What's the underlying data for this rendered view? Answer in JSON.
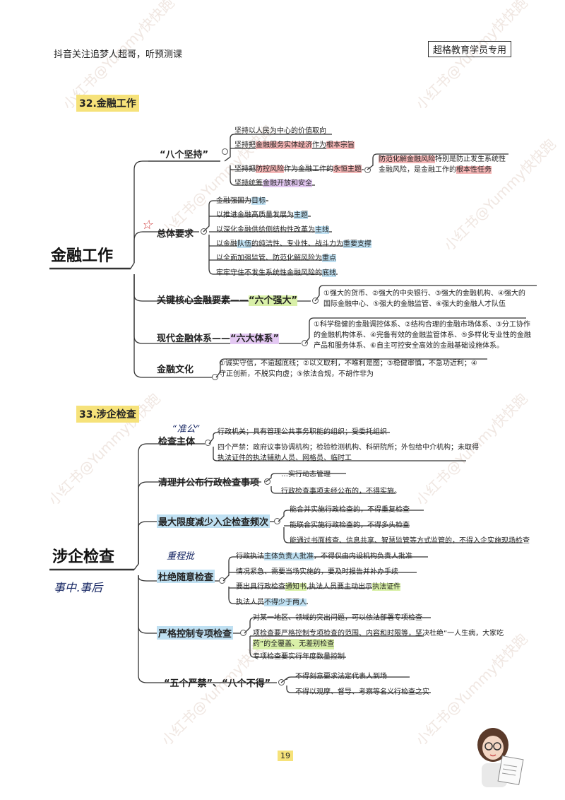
{
  "header": {
    "left_text": "抖音关注追梦人超哥，听预测课",
    "right_box": "超格教育学员专用"
  },
  "watermark": "小红书@Yummy快快跑",
  "section32": {
    "title": "32.金融工作",
    "root": "金融工作",
    "branch_bajianchi": "“八个坚持”",
    "bajianchi_items": [
      [
        "坚持以人民为中心的价值取向"
      ],
      [
        "坚持把",
        "金融服务实体经济",
        "作为",
        "根本宗旨"
      ],
      [
        "坚持把",
        "防控风险",
        "作为金融工作的",
        "永恒主题"
      ],
      [
        "坚持统筹",
        "金融开放和安全"
      ]
    ],
    "fengxian_note": [
      "防范化解金融风险",
      "特别是防止发生系统性",
      "金融风险，是金融工作的",
      "根本性任务"
    ],
    "branch_zongti": "总体要求",
    "zongti_items": [
      [
        "金融强国为",
        "目标"
      ],
      [
        "以推进金融高质量发展为",
        "主题"
      ],
      [
        "以深化金融供给侧结构性改革为",
        "主线"
      ],
      [
        "以金融",
        "队伍",
        "的纯洁性、专业性、战斗力为",
        "重要支撑"
      ],
      [
        "以全面加强监管、防范化解风险为",
        "重点"
      ],
      [
        "牢牢守住不发生系统性金融风险的",
        "底线"
      ]
    ],
    "branch_hexin_prefix": "关键核心金融要素——",
    "branch_hexin_hl": "“六个强大”",
    "hexin_text": [
      "①强大的货币、②强大的中央银行、③强大的金融机构、④强大的",
      "国际金融中心、⑤强大的金融监管、⑥强大的金融人才队伍"
    ],
    "branch_tixi_prefix": "现代金融体系——",
    "branch_tixi_hl": "“六大体系”",
    "tixi_text": [
      "①科学稳健的金融调控体系、②结构合理的金融市场体系、③分工协作",
      "的金融机构体系、④完备有效的金融监管体系、⑤多样化专业性的金融",
      "产品和服务体系、⑥自主可控安全高效的金融基础设施体系。"
    ],
    "branch_wenhua": "金融文化",
    "wenhua_text": [
      "①诚实守信，不逾越底线；②以义取利，不唯利是图；③稳健审慎，不急功近利；④",
      "守正创新，不脱实向虚；⑤依法合规，不胡作非为"
    ]
  },
  "section33": {
    "title": "33.涉企检查",
    "root": "涉企检查",
    "hand_note_root": "事中.事后",
    "branch_zhuti": "检查主体",
    "hand_note_zhuti": "“准公”",
    "zhuti_items": [
      "行政机关；具有管理公共事务职能的组织；受委托组织",
      "四个严禁：政府议事协调机构；检验检测机构、科研院所；外包给中介机构；未取得",
      "执法证件的执法辅助人员、网格员、临时工"
    ],
    "branch_qingli": "清理并公布行政检查事项",
    "qingli_items": [
      "…实行动态管理",
      "行政检查事项未经公布的，不得实施。"
    ],
    "branch_jianshao": "最大限度减少入企检查频次",
    "jianshao_items": [
      "能合并实施行政检查的，不得重复检查",
      "能联合实施行政检查的，不得多头检查",
      "能通过书面核查、信息共享、智慧监管等方式监管的，不得入企实施现场检查"
    ],
    "branch_dujue": "杜绝随意检查",
    "hand_note_dujue": "重程批",
    "dujue_items": [
      [
        "行政执法",
        "主体负责人批准",
        "，不得仅由内设机构负责人批准"
      ],
      [
        "情况紧急、需要当场实施的，要及时报告并补办手续"
      ],
      [
        "要出具行政检查",
        "通知书",
        ",执法人员要主动出示",
        "执法证件"
      ],
      [
        "执法人员",
        "不得少于两人"
      ]
    ],
    "branch_yange": "严格控制专项检查",
    "yange_items": [
      "对某一地区、领域的突出问题，可以依法部署专项检查",
      "项检查要严格控制专项检查的范围、内容和时限等，坚决杜绝“一人生病，大家吃",
      "药”的全覆盖、无差别检查",
      "专项检查要实行年度数量控制"
    ],
    "branch_wuge": "“五个严禁”、“八个不得”",
    "wuge_items": [
      "不得刻意要求法定代表人到场",
      "不得以观摩、督导、考察等名义行检查之实"
    ]
  },
  "footer": {
    "page_number": "19"
  },
  "colors": {
    "highlight_red": "#f4b6b6",
    "highlight_blue": "#bfe0f2",
    "highlight_green": "#d9f0a8",
    "highlight_purple": "#e3c8f2",
    "title_yellow": "#f6e27a"
  }
}
